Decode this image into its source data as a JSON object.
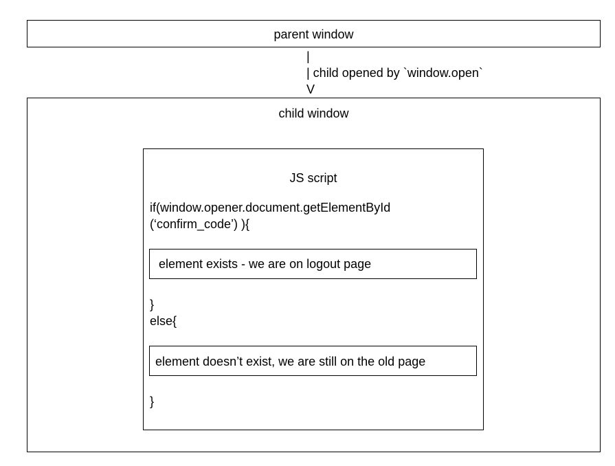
{
  "parent_window": {
    "label": "parent window"
  },
  "connector": {
    "line1": "|",
    "line2": "| child opened by `window.open`",
    "line3": "V"
  },
  "child_window": {
    "label": "child window",
    "script_box": {
      "title": "JS script",
      "if_line1": "if(window.opener.document.getElementById",
      "if_line2": "(‘confirm_code’) ){",
      "exists_box": "element exists - we are on logout page",
      "close_brace1": "}",
      "else_line": "else{",
      "not_exists_box": "element doesn’t exist, we are still on the old page",
      "close_brace2": "}"
    }
  }
}
